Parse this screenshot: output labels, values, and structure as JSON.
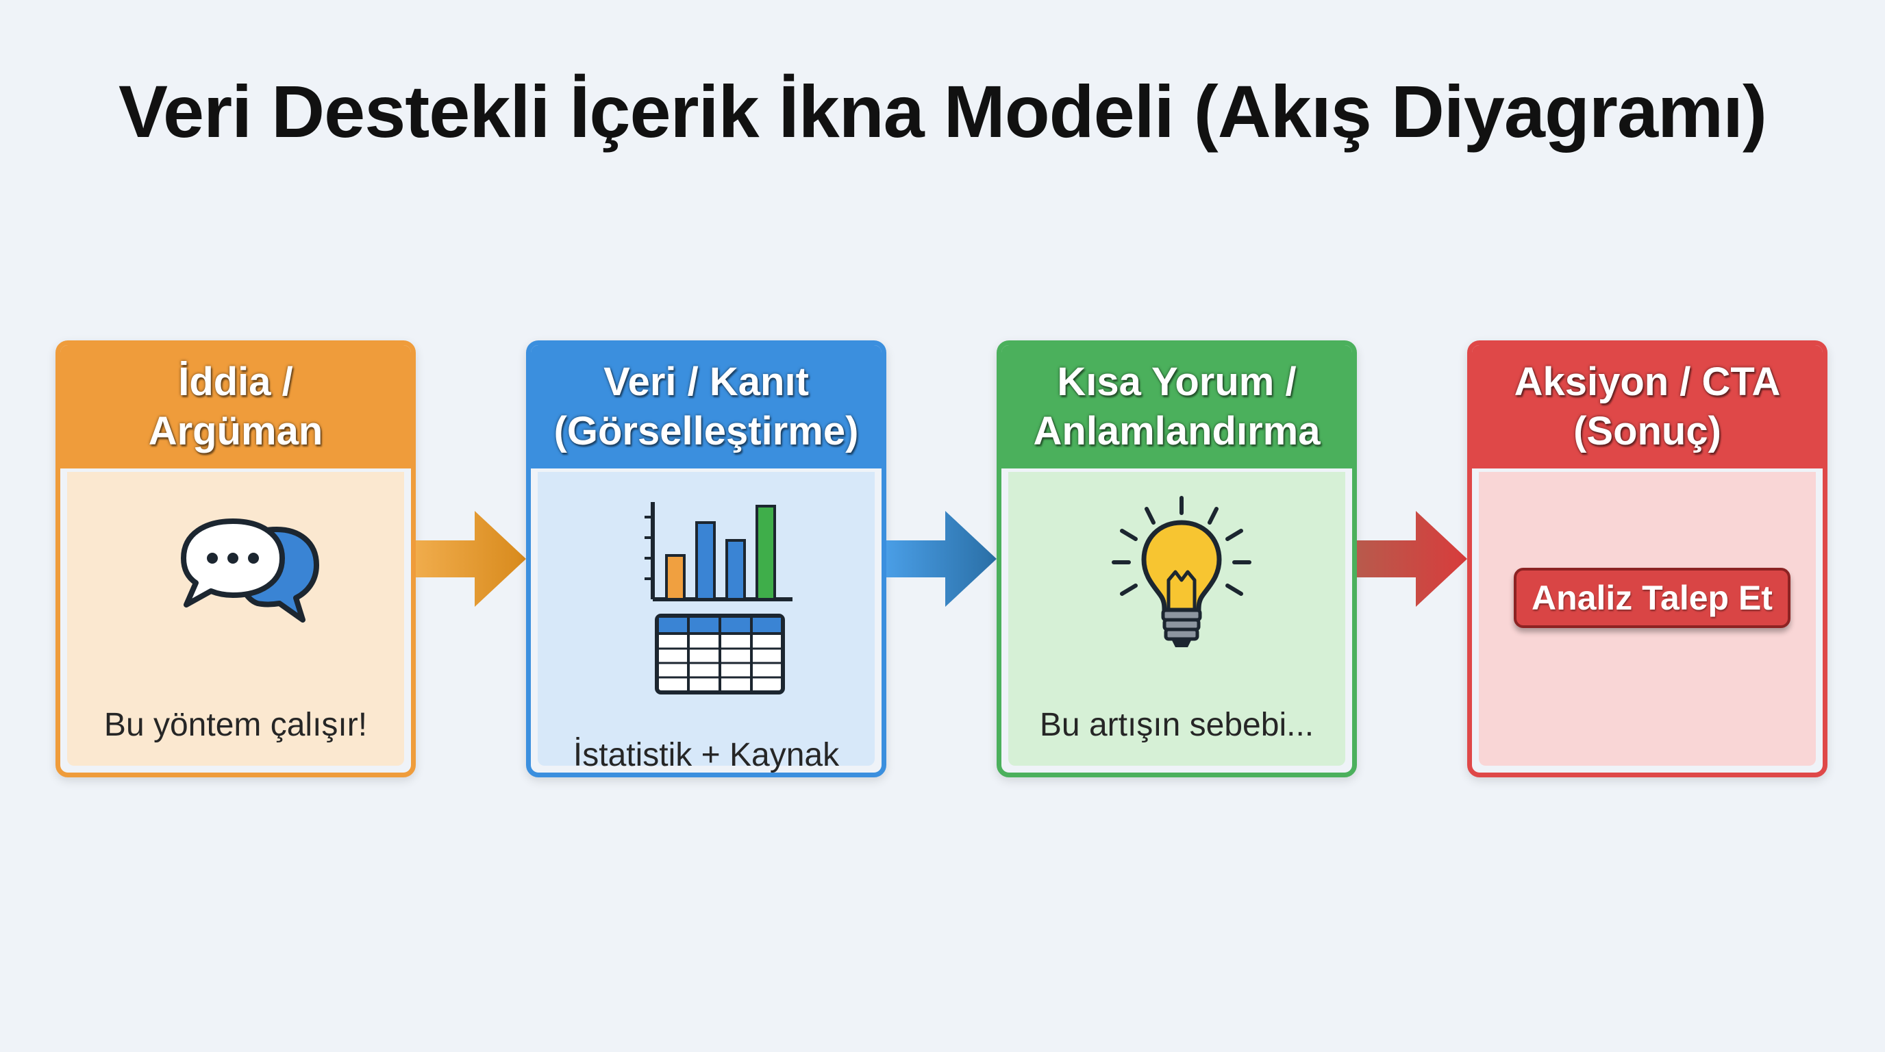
{
  "title": "Veri Destekli İçerik İkna Modeli (Akış Diyagramı)",
  "steps": [
    {
      "title_line1": "İddia /",
      "title_line2": "Argüman",
      "text": "Bu yöntem çalışır!",
      "icon": "speech-bubbles-icon",
      "color": "#ef9c3b"
    },
    {
      "title_line1": "Veri / Kanıt",
      "title_line2": "(Görselleştirme)",
      "text": "İstatistik + Kaynak",
      "icon": "chart-table-icon",
      "color": "#3b8fde"
    },
    {
      "title_line1": "Kısa Yorum /",
      "title_line2": "Anlamlandırma",
      "text": "Bu artışın sebebi...",
      "icon": "lightbulb-icon",
      "color": "#4bb05c"
    },
    {
      "title_line1": "Aksiyon / CTA",
      "title_line2": "(Sonuç)",
      "button_label": "Analiz Talep Et",
      "icon": "",
      "color": "#df4848"
    }
  ]
}
